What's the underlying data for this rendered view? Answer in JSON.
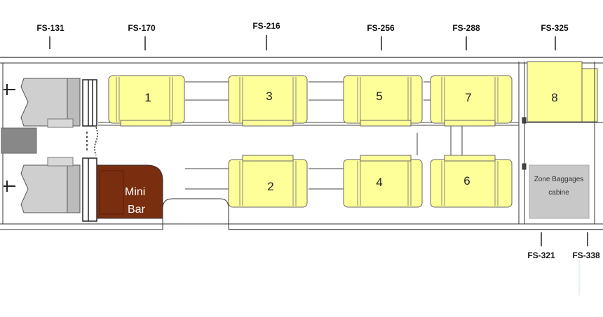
{
  "stations_top": [
    "FS-131",
    "FS-170",
    "FS-216",
    "FS-256",
    "FS-288",
    "FS-325"
  ],
  "stations_bottom": [
    "FS-321",
    "FS-338"
  ],
  "seats": [
    "1",
    "2",
    "3",
    "4",
    "5",
    "6",
    "7",
    "8"
  ],
  "mini_bar": {
    "line1": "Mini",
    "line2": "Bar"
  },
  "baggage_zone": {
    "line1": "Zone Baggages",
    "line2": "cabine"
  },
  "colors": {
    "seat_fill": "#ffff99",
    "mini_bar_fill": "#7a2e10",
    "crew_seat_fill": "#cfcfcf",
    "baggage_fill": "#c8c8c8",
    "console_fill": "#888888"
  }
}
